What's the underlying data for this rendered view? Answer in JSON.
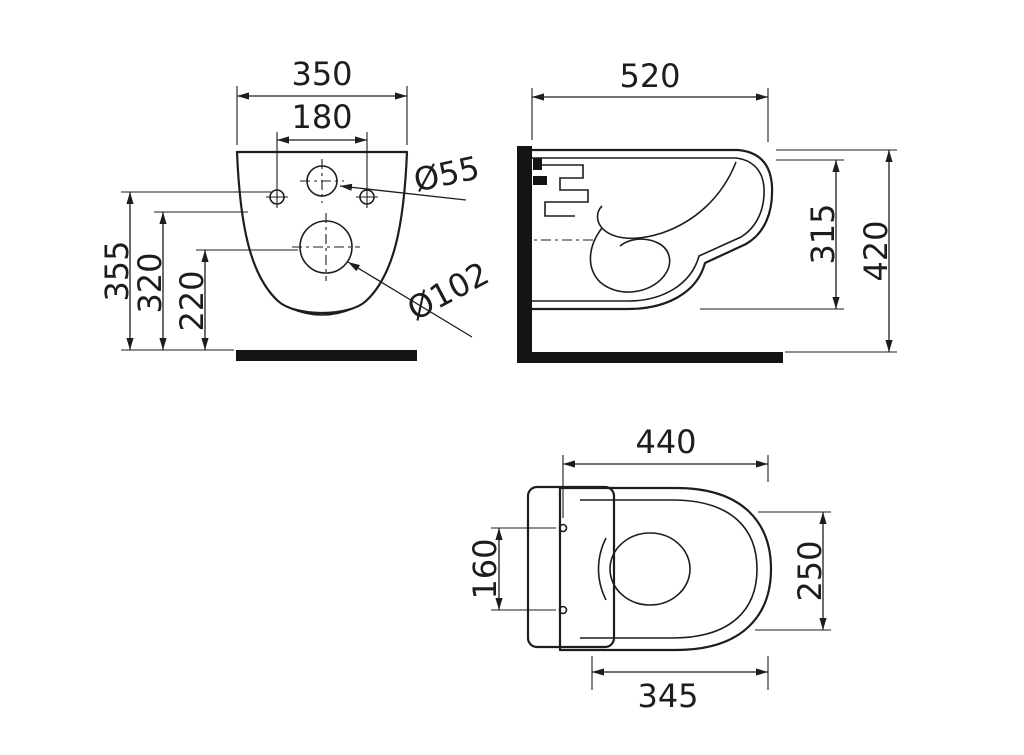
{
  "colors": {
    "line": "#1d1d1d",
    "background": "#ffffff"
  },
  "front_view": {
    "overall_width": "350",
    "fixing_hole_spacing": "180",
    "fixing_hole_height": "355",
    "inlet_height": "320",
    "outlet_height": "220",
    "inlet_diameter": "Ø55",
    "outlet_diameter": "Ø102"
  },
  "side_view": {
    "overall_depth": "520",
    "body_height": "315",
    "overall_height": "420"
  },
  "top_view": {
    "seat_depth": "440",
    "hinge_hole_spacing": "160",
    "bowl_width": "250",
    "bowl_front_depth": "345"
  }
}
